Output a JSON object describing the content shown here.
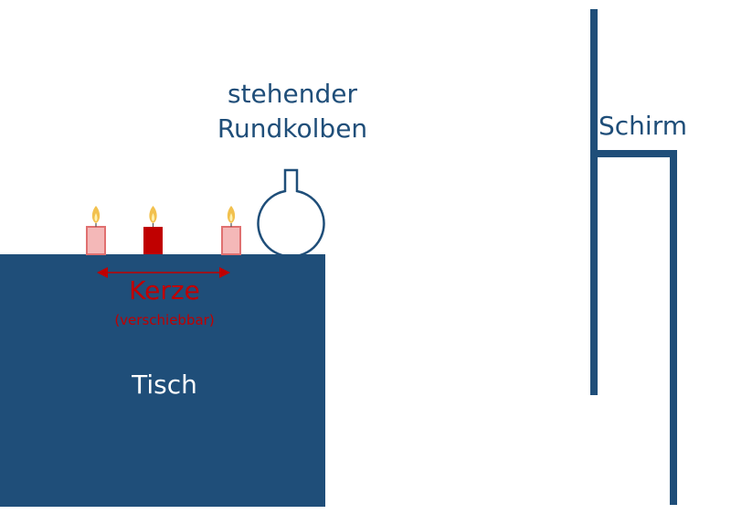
{
  "colors": {
    "primary": "#1f4e79",
    "candle_active": "#c00000",
    "candle_ghost_fill": "#f4b8b8",
    "candle_ghost_stroke": "#e07070",
    "flame_outer": "#f2c14e",
    "flame_inner": "#fff2b0",
    "label_light": "#ffffff"
  },
  "labels": {
    "flask_line1": "stehender",
    "flask_line2": "Rundkolben",
    "table": "Tisch",
    "screen": "Schirm",
    "candle": "Kerze",
    "candle_note": "(verschiebbar)"
  }
}
